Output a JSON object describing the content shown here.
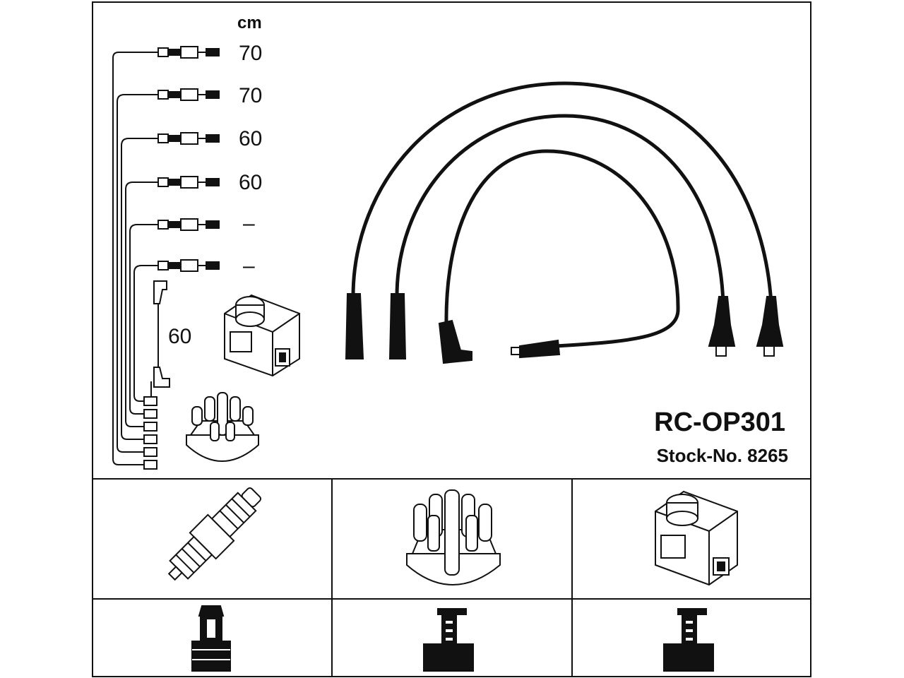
{
  "lengths": {
    "unit": "cm",
    "lead1": "70",
    "lead2": "70",
    "lead3": "60",
    "lead4": "60",
    "lead5": "–",
    "lead6": "–",
    "coil_lead": "60"
  },
  "product": {
    "code": "RC-OP301",
    "stock_line": "Stock-No. 8265"
  },
  "colors": {
    "line": "#111111",
    "background": "#ffffff"
  },
  "icons": [
    "spark-plug-icon",
    "distributor-cap-icon",
    "ignition-coil-icon",
    "plug-boot-icon",
    "cap-terminal-icon",
    "coil-terminal-icon"
  ]
}
